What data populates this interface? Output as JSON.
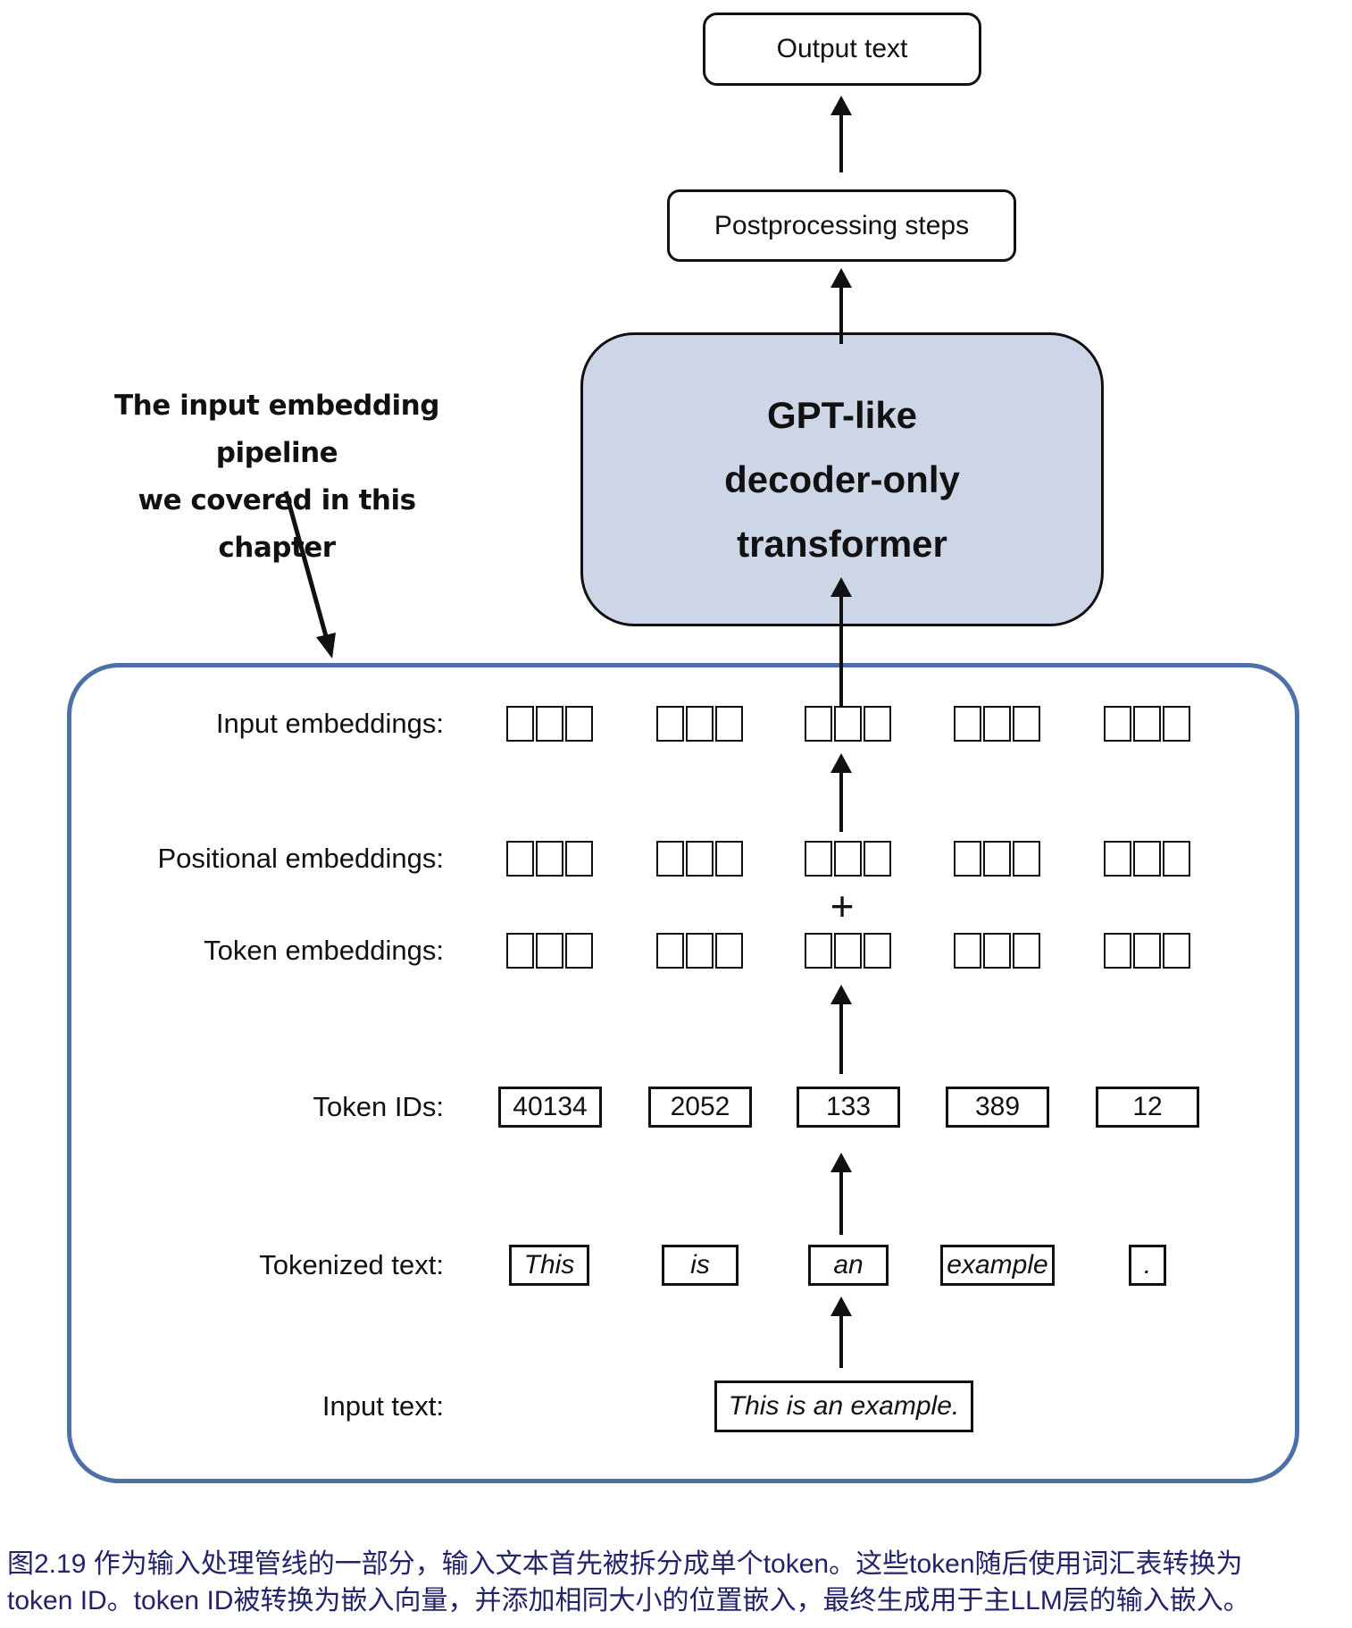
{
  "diagram": {
    "output_box": "Output text",
    "postprocessing_box": "Postprocessing steps",
    "gpt_box": {
      "line1": "GPT-like",
      "line2": "decoder-only",
      "line3": "transformer"
    },
    "annotation": {
      "line1": "The input embedding pipeline",
      "line2": "we covered in this chapter"
    },
    "plus_sign": "+",
    "row_labels": {
      "input_embeddings": "Input embeddings:",
      "positional_embeddings": "Positional embeddings:",
      "token_embeddings": "Token embeddings:",
      "token_ids": "Token IDs:",
      "tokenized_text": "Tokenized text:",
      "input_text": "Input text:"
    },
    "token_ids": [
      "40134",
      "2052",
      "133",
      "389",
      "12"
    ],
    "tokens": [
      "This",
      "is",
      "an",
      "example",
      "."
    ],
    "input_text": "This is an example."
  },
  "caption": {
    "line1": "图2.19 作为输入处理管线的一部分，输入文本首先被拆分成单个token。这些token随后使用词汇表转换为",
    "line2": "token ID。token ID被转换为嵌入向量，并添加相同大小的位置嵌入，最终生成用于主LLM层的输入嵌入。"
  },
  "colors": {
    "gpt_box_fill": "#ccd6e6",
    "container_border": "#4d71a6",
    "caption_text": "#23236b",
    "stroke": "#111111"
  }
}
